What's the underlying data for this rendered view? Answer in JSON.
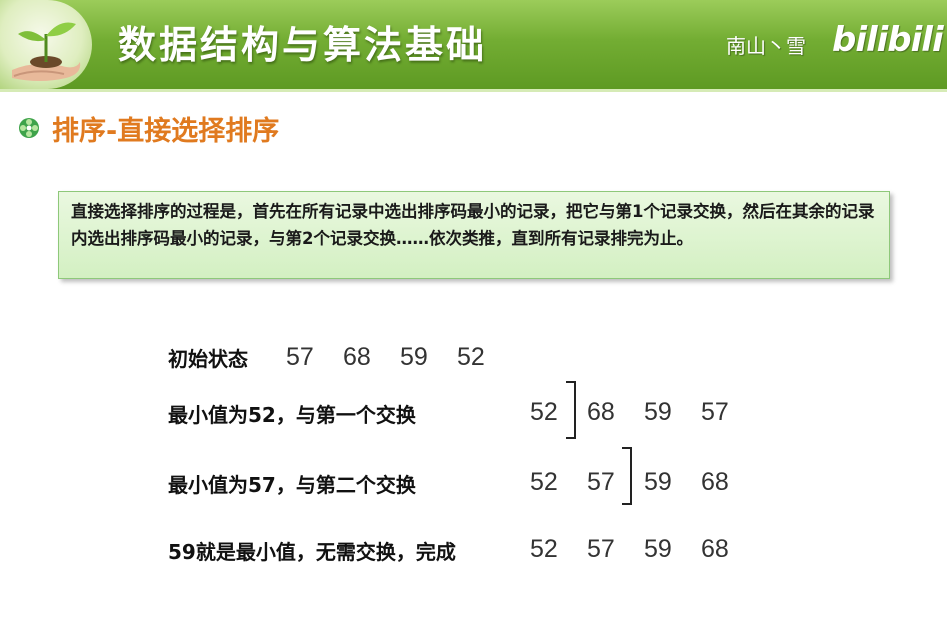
{
  "header": {
    "title": "数据结构与算法基础",
    "watermark_user": "南山丶雪",
    "watermark_brand": "bilibili"
  },
  "section": {
    "title": "排序-直接选择排序"
  },
  "description": "直接选择排序的过程是，首先在所有记录中选出排序码最小的记录，把它与第1个记录交换，然后在其余的记录内选出排序码最小的记录，与第2个记录交换……依次类推，直到所有记录排完为止。",
  "steps": [
    {
      "label": "初始状态",
      "values": [
        "57",
        "68",
        "59",
        "52"
      ]
    },
    {
      "label": "最小值为52，与第一个交换",
      "values": [
        "52",
        "68",
        "59",
        "57"
      ]
    },
    {
      "label": "最小值为57，与第二个交换",
      "values": [
        "52",
        "57",
        "59",
        "68"
      ]
    },
    {
      "label": "59就是最小值，无需交换，完成",
      "values": [
        "52",
        "57",
        "59",
        "68"
      ]
    }
  ],
  "colors": {
    "header_green": "#73ad33",
    "section_orange": "#e07a1f",
    "box_fill": "#d3f0c2"
  }
}
